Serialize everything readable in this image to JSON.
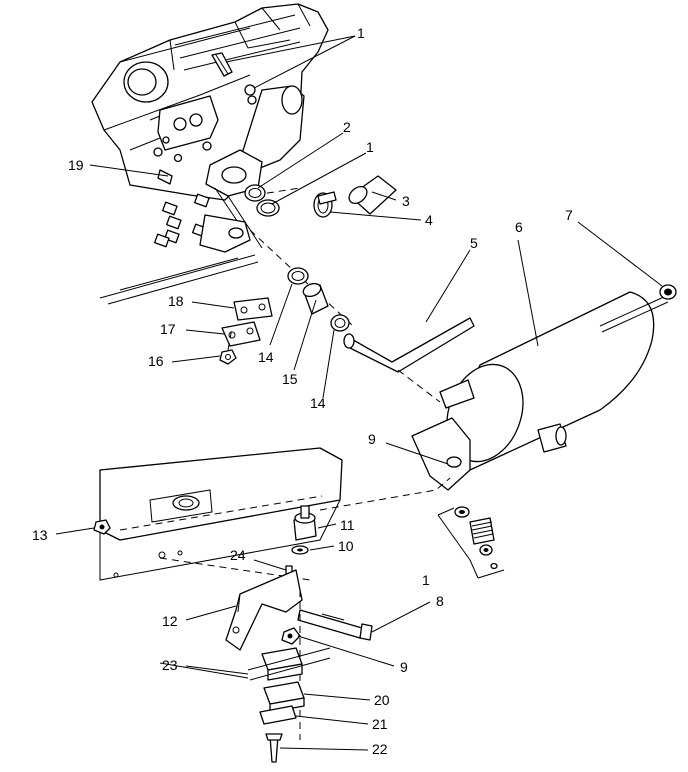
{
  "callouts": [
    {
      "id": "c1-top",
      "text": "1"
    },
    {
      "id": "c2",
      "text": "2"
    },
    {
      "id": "c1-clamp",
      "text": "1"
    },
    {
      "id": "c3",
      "text": "3"
    },
    {
      "id": "c4",
      "text": "4"
    },
    {
      "id": "c5",
      "text": "5"
    },
    {
      "id": "c6",
      "text": "6"
    },
    {
      "id": "c7",
      "text": "7"
    },
    {
      "id": "c19",
      "text": "19"
    },
    {
      "id": "c18",
      "text": "18"
    },
    {
      "id": "c17",
      "text": "17"
    },
    {
      "id": "c16",
      "text": "16"
    },
    {
      "id": "c14a",
      "text": "14"
    },
    {
      "id": "c15",
      "text": "15"
    },
    {
      "id": "c14b",
      "text": "14"
    },
    {
      "id": "c9a",
      "text": "9"
    },
    {
      "id": "c13",
      "text": "13"
    },
    {
      "id": "c11",
      "text": "11"
    },
    {
      "id": "c10",
      "text": "10"
    },
    {
      "id": "c24",
      "text": "24"
    },
    {
      "id": "c1-mount",
      "text": "1"
    },
    {
      "id": "c12",
      "text": "12"
    },
    {
      "id": "c8",
      "text": "8"
    },
    {
      "id": "c9b",
      "text": "9"
    },
    {
      "id": "c23",
      "text": "23"
    },
    {
      "id": "c20",
      "text": "20"
    },
    {
      "id": "c21",
      "text": "21"
    },
    {
      "id": "c22",
      "text": "22"
    }
  ]
}
